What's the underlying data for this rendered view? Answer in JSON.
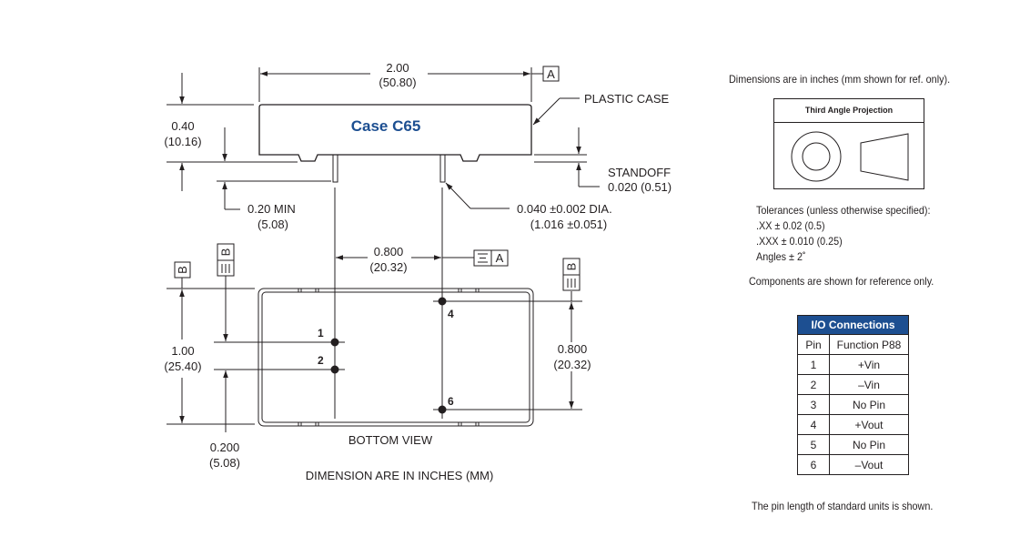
{
  "drawing": {
    "case_label": "Case C65",
    "length_in": "2.00",
    "length_mm": "(50.80)",
    "datum_a": "A",
    "datum_b": "B",
    "plastic_case_label": "PLASTIC CASE",
    "height_in": "0.40",
    "height_mm": "(10.16)",
    "standoff_label": "STANDOFF",
    "standoff_value": "0.020 (0.51)",
    "pin_min_in": "0.20 MIN",
    "pin_min_mm": "(5.08)",
    "pin_dia_in": "0.040 ±0.002 DIA.",
    "pin_dia_mm": "(1.016 ±0.051)",
    "pin_spacing_x_in": "0.800",
    "pin_spacing_x_mm": "(20.32)",
    "width_in": "1.00",
    "width_mm": "(25.40)",
    "pin_offset_in": "0.200",
    "pin_offset_mm": "(5.08)",
    "pin_spacing_y_in": "0.800",
    "pin_spacing_y_mm": "(20.32)",
    "pins": [
      "1",
      "2",
      "4",
      "6"
    ],
    "bottom_view_label": "BOTTOM VIEW",
    "units_caption": "DIMENSION ARE IN INCHES (MM)"
  },
  "notes": {
    "dimensions_note": "Dimensions are in inches (mm shown for ref. only).",
    "projection_title": "Third Angle Projection",
    "tolerances_title": "Tolerances (unless otherwise specified):",
    "tolerance_xx": ".XX ± 0.02 (0.5)",
    "tolerance_xxx": ".XXX ± 0.010 (0.25)",
    "tolerance_angles": "Angles ± 2˚",
    "components_note": "Components are shown for reference only.",
    "pin_length_note": "The pin length of standard units is shown."
  },
  "io_table": {
    "title": "I/O Connections",
    "headers": [
      "Pin",
      "Function P88"
    ],
    "rows": [
      {
        "pin": "1",
        "function": "+Vin"
      },
      {
        "pin": "2",
        "function": "–Vin"
      },
      {
        "pin": "3",
        "function": "No Pin"
      },
      {
        "pin": "4",
        "function": "+Vout"
      },
      {
        "pin": "5",
        "function": "No Pin"
      },
      {
        "pin": "6",
        "function": "–Vout"
      }
    ],
    "header_color": "#1d4f91"
  }
}
